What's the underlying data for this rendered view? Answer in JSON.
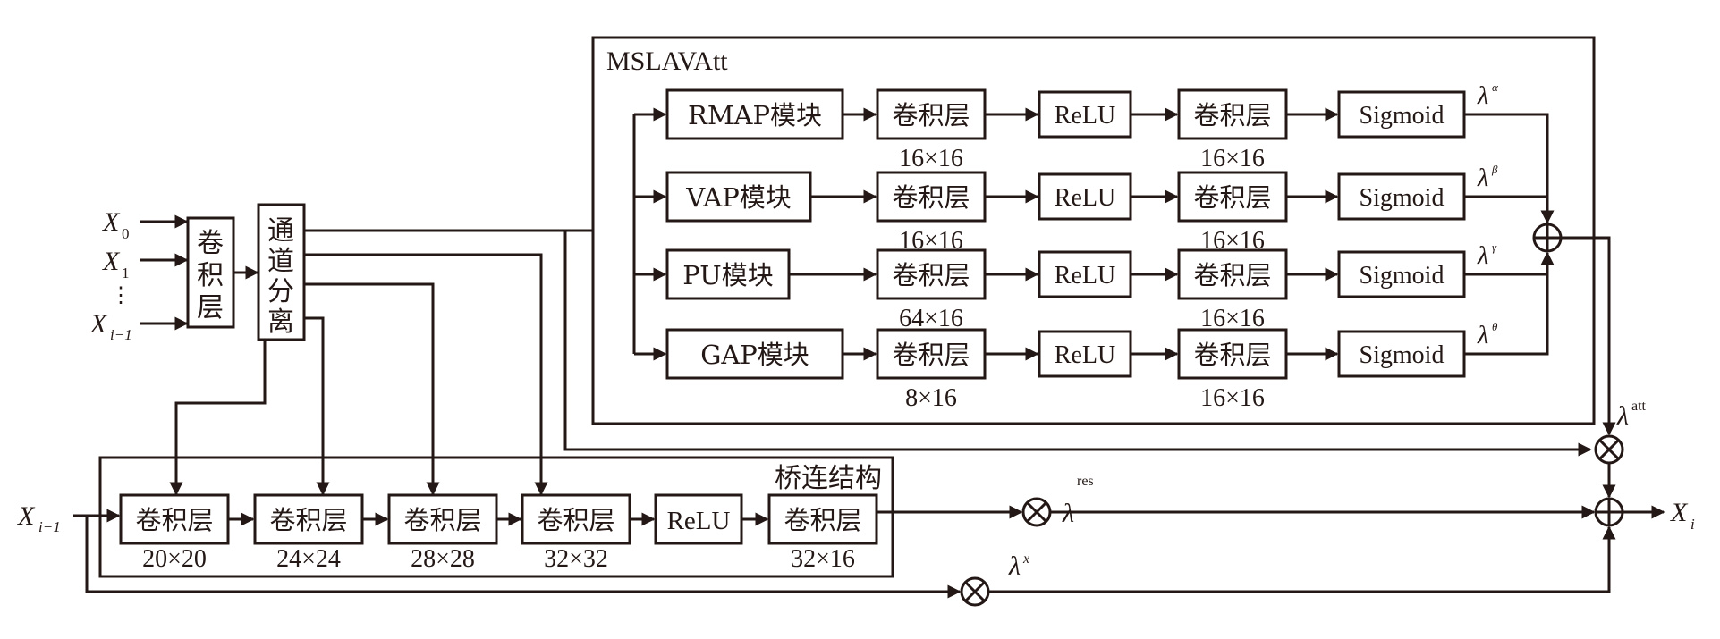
{
  "inputs": {
    "x0": {
      "base": "X",
      "sub": "0"
    },
    "x1": {
      "base": "X",
      "sub": "1"
    },
    "dots": "⋮",
    "xi1": {
      "base": "X",
      "sub": "i−1"
    }
  },
  "fusion_conv": [
    "卷",
    "积",
    "层"
  ],
  "channel_split": [
    "通",
    "道",
    "分",
    "离"
  ],
  "mslavatt": {
    "title": "MSLAVAtt",
    "rows": [
      {
        "module": "RMAP模块",
        "conv1": "卷积层",
        "conv1_size": "16×16",
        "relu": "ReLU",
        "conv2": "卷积层",
        "conv2_size": "16×16",
        "sigmoid": "Sigmoid",
        "weight": {
          "base": "λ",
          "sup": "α"
        }
      },
      {
        "module": "VAP模块",
        "conv1": "卷积层",
        "conv1_size": "16×16",
        "relu": "ReLU",
        "conv2": "卷积层",
        "conv2_size": "16×16",
        "sigmoid": "Sigmoid",
        "weight": {
          "base": "λ",
          "sup": "β"
        }
      },
      {
        "module": "PU模块",
        "conv1": "卷积层",
        "conv1_size": "64×16",
        "relu": "ReLU",
        "conv2": "卷积层",
        "conv2_size": "16×16",
        "sigmoid": "Sigmoid",
        "weight": {
          "base": "λ",
          "sup": "γ"
        }
      },
      {
        "module": "GAP模块",
        "conv1": "卷积层",
        "conv1_size": "8×16",
        "relu": "ReLU",
        "conv2": "卷积层",
        "conv2_size": "16×16",
        "sigmoid": "Sigmoid",
        "weight": {
          "base": "λ",
          "sup": "θ"
        }
      }
    ],
    "sum_symbol": "⊕"
  },
  "bridge": {
    "title": "桥连结构",
    "input": {
      "base": "X",
      "sub": "i−1"
    },
    "blocks": [
      {
        "label": "卷积层",
        "size": "20×20"
      },
      {
        "label": "卷积层",
        "size": "24×24"
      },
      {
        "label": "卷积层",
        "size": "28×28"
      },
      {
        "label": "卷积层",
        "size": "32×32"
      },
      {
        "label": "ReLU",
        "size": ""
      },
      {
        "label": "卷积层",
        "size": "32×16"
      }
    ]
  },
  "weights": {
    "att": {
      "base": "λ",
      "sup": "att"
    },
    "res": {
      "base": "λ",
      "sup": "res"
    },
    "x": {
      "base": "λ",
      "sup": "x"
    }
  },
  "output": {
    "base": "X",
    "sub": "i"
  }
}
